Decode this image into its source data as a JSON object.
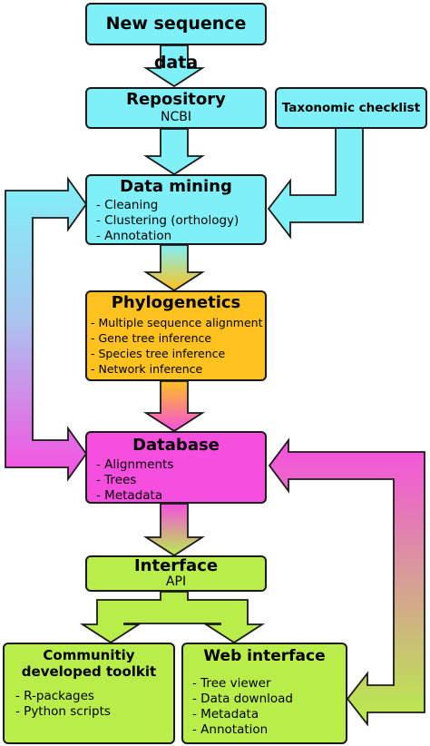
{
  "boxes": {
    "new_sequence": {
      "title": "New sequence data"
    },
    "repository": {
      "title": "Repository",
      "subtitle": "NCBI"
    },
    "taxonomic": {
      "title": "Taxonomic checklist"
    },
    "data_mining": {
      "title": "Data mining",
      "items": [
        "Cleaning",
        "Clustering (orthology)",
        "Annotation"
      ]
    },
    "phylogenetics": {
      "title": "Phylogenetics",
      "items": [
        "Multiple sequence alignment",
        "Gene tree inference",
        "Species tree inference",
        "Network inference"
      ]
    },
    "database": {
      "title": "Database",
      "items": [
        "Alignments",
        "Trees",
        "Metadata"
      ]
    },
    "interface": {
      "title": "Interface",
      "subtitle": "API"
    },
    "toolkit": {
      "title": "Communitiy developed toolkit",
      "items": [
        "R-packages",
        "Python scripts"
      ]
    },
    "web": {
      "title": "Web interface",
      "items": [
        "Tree viewer",
        "Data download",
        "Metadata",
        "Annotation"
      ]
    }
  },
  "colors": {
    "cyan": "#7ff0f8",
    "orange": "#ffc21e",
    "magenta": "#f64fe0",
    "green": "#b8ed4a",
    "border": "#1a1a1a"
  }
}
